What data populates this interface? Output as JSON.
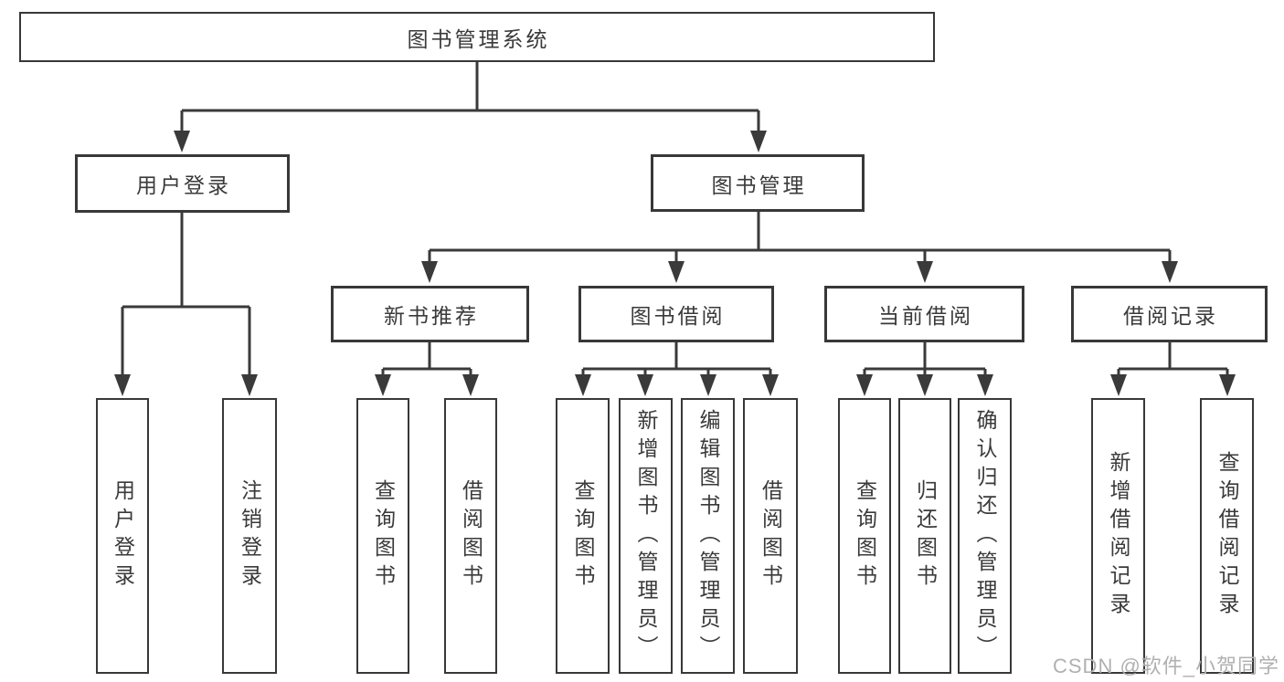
{
  "tree": {
    "root": {
      "label": "图书管理系统"
    },
    "branches": [
      {
        "label": "用户登录",
        "children": [
          {
            "label": "用户登录"
          },
          {
            "label": "注销登录"
          }
        ]
      },
      {
        "label": "图书管理",
        "children": [
          {
            "label": "新书推荐",
            "children": [
              {
                "label": "查询图书"
              },
              {
                "label": "借阅图书"
              }
            ]
          },
          {
            "label": "图书借阅",
            "children": [
              {
                "label": "查询图书"
              },
              {
                "label": "新增图书（管理员）"
              },
              {
                "label": "编辑图书（管理员）"
              },
              {
                "label": "借阅图书"
              }
            ]
          },
          {
            "label": "当前借阅",
            "children": [
              {
                "label": "查询图书"
              },
              {
                "label": "归还图书"
              },
              {
                "label": "确认归还（管理员）"
              }
            ]
          },
          {
            "label": "借阅记录",
            "children": [
              {
                "label": "新增借阅记录"
              },
              {
                "label": "查询借阅记录"
              }
            ]
          }
        ]
      }
    ]
  },
  "colors": {
    "line": "#3a3a3a",
    "border": "#383838",
    "watermark": "#b0b0b0"
  },
  "watermark": {
    "text": "CSDN @软件_小贺同学"
  }
}
